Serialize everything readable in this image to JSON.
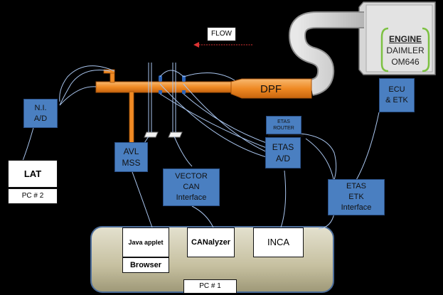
{
  "flow_label": "FLOW",
  "dpf_label": "DPF",
  "engine": {
    "line1": "ENGINE",
    "line2": "DAIMLER",
    "line3": "OM646"
  },
  "ecu": {
    "line1": "ECU",
    "line2": "& ETK"
  },
  "ni_ad": {
    "line1": "N.I.",
    "line2": "A/D"
  },
  "lat": "LAT",
  "pc2": "PC # 2",
  "avl": {
    "line1": "AVL",
    "line2": "MSS"
  },
  "vector": {
    "line1": "VECTOR",
    "line2": "CAN",
    "line3": "Interface"
  },
  "etas_router": {
    "line1": "ETAS",
    "line2": "ROUTER"
  },
  "etas_ad": {
    "line1": "ETAS",
    "line2": "A/D"
  },
  "etas_etk": {
    "line1": "ETAS",
    "line2": "ETK",
    "line3": "Interface"
  },
  "pc1_apps": {
    "java": "Java applet",
    "browser": "Browser",
    "canalyzer": "CANalyzer",
    "inca": "INCA"
  },
  "pc1": "PC # 1",
  "colors": {
    "pipe": "#f08a24",
    "box_blue": "#4a7fc1",
    "engine_bg": "#d8d8d8",
    "pc1_bg": "#c9c4a7",
    "bracket": "#7cc142"
  }
}
